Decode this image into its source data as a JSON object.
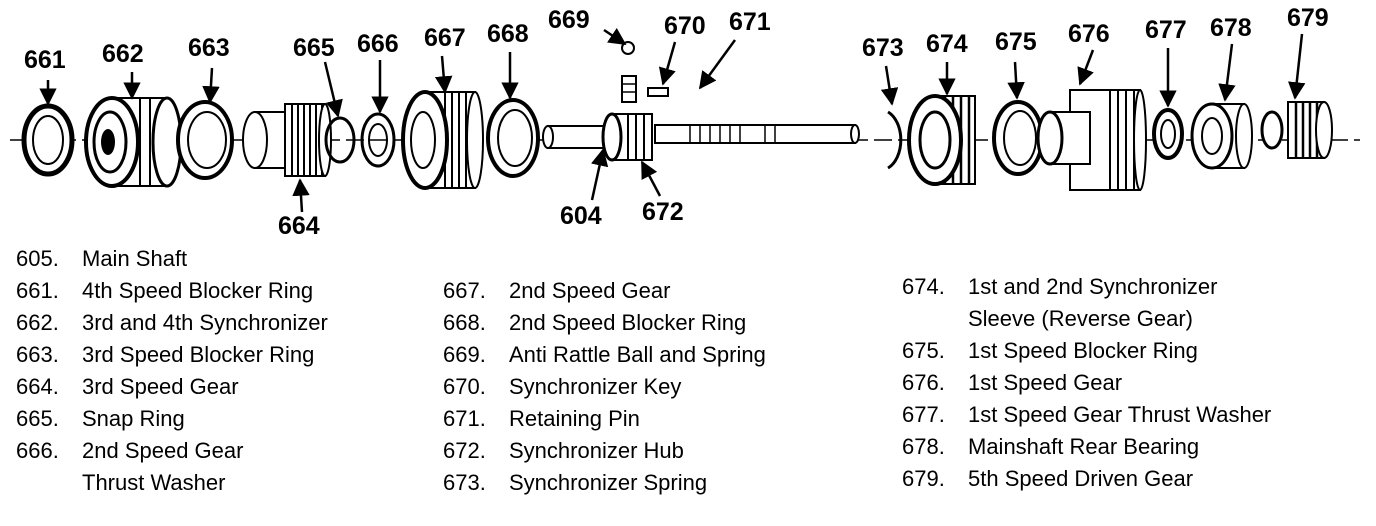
{
  "callouts": {
    "c661": "661",
    "c662": "662",
    "c663": "663",
    "c664": "664",
    "c665": "665",
    "c666": "666",
    "c667": "667",
    "c668": "668",
    "c669": "669",
    "c670": "670",
    "c671": "671",
    "c604": "604",
    "c672": "672",
    "c673": "673",
    "c674": "674",
    "c675": "675",
    "c676": "676",
    "c677": "677",
    "c678": "678",
    "c679": "679"
  },
  "legend": {
    "col1": [
      {
        "num": "605.",
        "text": "Main Shaft"
      },
      {
        "num": "661.",
        "text": "4th Speed Blocker Ring"
      },
      {
        "num": "662.",
        "text": "3rd and 4th Synchronizer"
      },
      {
        "num": "663.",
        "text": "3rd Speed Blocker Ring"
      },
      {
        "num": "664.",
        "text": "3rd Speed Gear"
      },
      {
        "num": "665.",
        "text": "Snap Ring"
      },
      {
        "num": "666.",
        "text": "2nd Speed Gear"
      },
      {
        "num": "",
        "text": "Thrust Washer"
      }
    ],
    "col2": [
      {
        "num": "667.",
        "text": "2nd Speed Gear"
      },
      {
        "num": "668.",
        "text": "2nd Speed Blocker Ring"
      },
      {
        "num": "669.",
        "text": "Anti Rattle Ball and Spring"
      },
      {
        "num": "670.",
        "text": "Synchronizer Key"
      },
      {
        "num": "671.",
        "text": "Retaining Pin"
      },
      {
        "num": "672.",
        "text": "Synchronizer Hub"
      },
      {
        "num": "673.",
        "text": "Synchronizer Spring"
      }
    ],
    "col3": [
      {
        "num": "674.",
        "text": "1st and 2nd Synchronizer"
      },
      {
        "num": "",
        "text": "Sleeve (Reverse Gear)"
      },
      {
        "num": "675.",
        "text": "1st Speed Blocker Ring"
      },
      {
        "num": "676.",
        "text": "1st Speed Gear"
      },
      {
        "num": "677.",
        "text": "1st Speed Gear Thrust Washer"
      },
      {
        "num": "678.",
        "text": "Mainshaft Rear Bearing"
      },
      {
        "num": "679.",
        "text": "5th Speed Driven Gear"
      }
    ]
  }
}
